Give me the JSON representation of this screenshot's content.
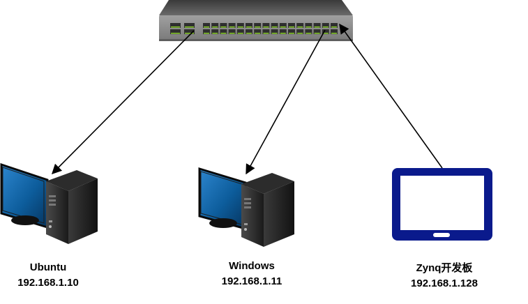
{
  "nodes": [
    {
      "id": "ubuntu",
      "icon": "desktop-computer-icon",
      "name": "Ubuntu",
      "ip": "192.168.1.10"
    },
    {
      "id": "windows",
      "icon": "desktop-computer-icon",
      "name": "Windows",
      "ip": "192.168.1.11"
    },
    {
      "id": "zynq",
      "icon": "tablet-board-icon",
      "name": "Zynq开发板",
      "ip": "192.168.1.128"
    }
  ],
  "hub": {
    "icon": "network-switch-icon"
  },
  "colors": {
    "switch_body": "#8a8a8a",
    "switch_top": "#4f4f4f",
    "switch_ports": "#3b3b3b",
    "port_led": "#8bd12a",
    "monitor_screen": "#0d5d9c",
    "tower": "#1e1e1e",
    "tablet_frame": "#0a1a8c",
    "connector": "#000000"
  }
}
